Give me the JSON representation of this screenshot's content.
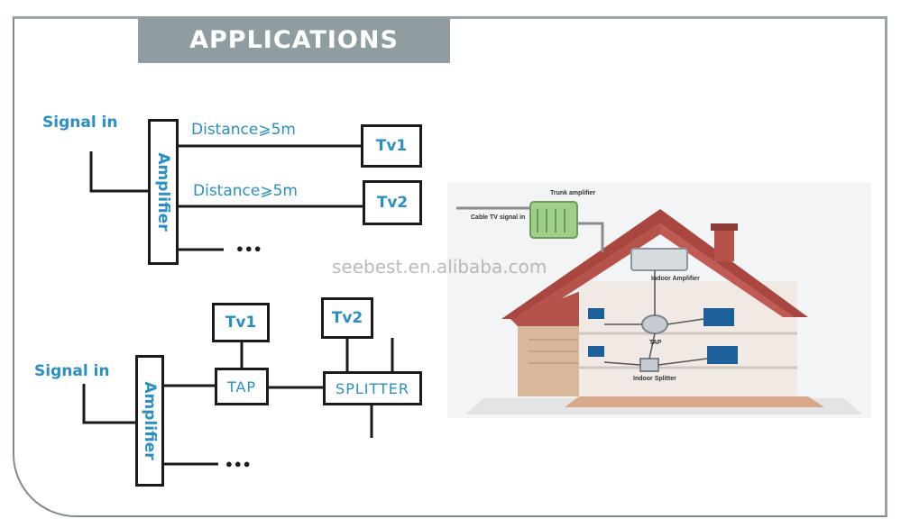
{
  "title": "APPLICATIONS",
  "diagram1": {
    "signal_label": "Signal in",
    "amplifier_label": "Amplifier",
    "distance1": "Distance⩾5m",
    "distance2": "Distance⩾5m",
    "tv1": "Tv1",
    "tv2": "Tv2",
    "more": "●●●"
  },
  "diagram2": {
    "signal_label": "Signal in",
    "amplifier_label": "Amplifier",
    "tv1": "Tv1",
    "tv2": "Tv2",
    "tap": "TAP",
    "splitter": "SPLITTER",
    "more": "●●●"
  },
  "illustration": {
    "trunk_amplifier": "Trunk amplifier",
    "cable_tv_signal_in": "Cable TV signal in",
    "indoor_amplifier": "Indoor Amplifier",
    "tap": "TAP",
    "indoor_splitter": "Indoor Splitter"
  },
  "watermark": "seebest.en.alibaba.com",
  "colors": {
    "accent_text": "#2a8fc4",
    "banner": "#8f9da3",
    "frame": "#98a4a9",
    "roof": "#b5524a",
    "wall": "#f0e9e4"
  }
}
